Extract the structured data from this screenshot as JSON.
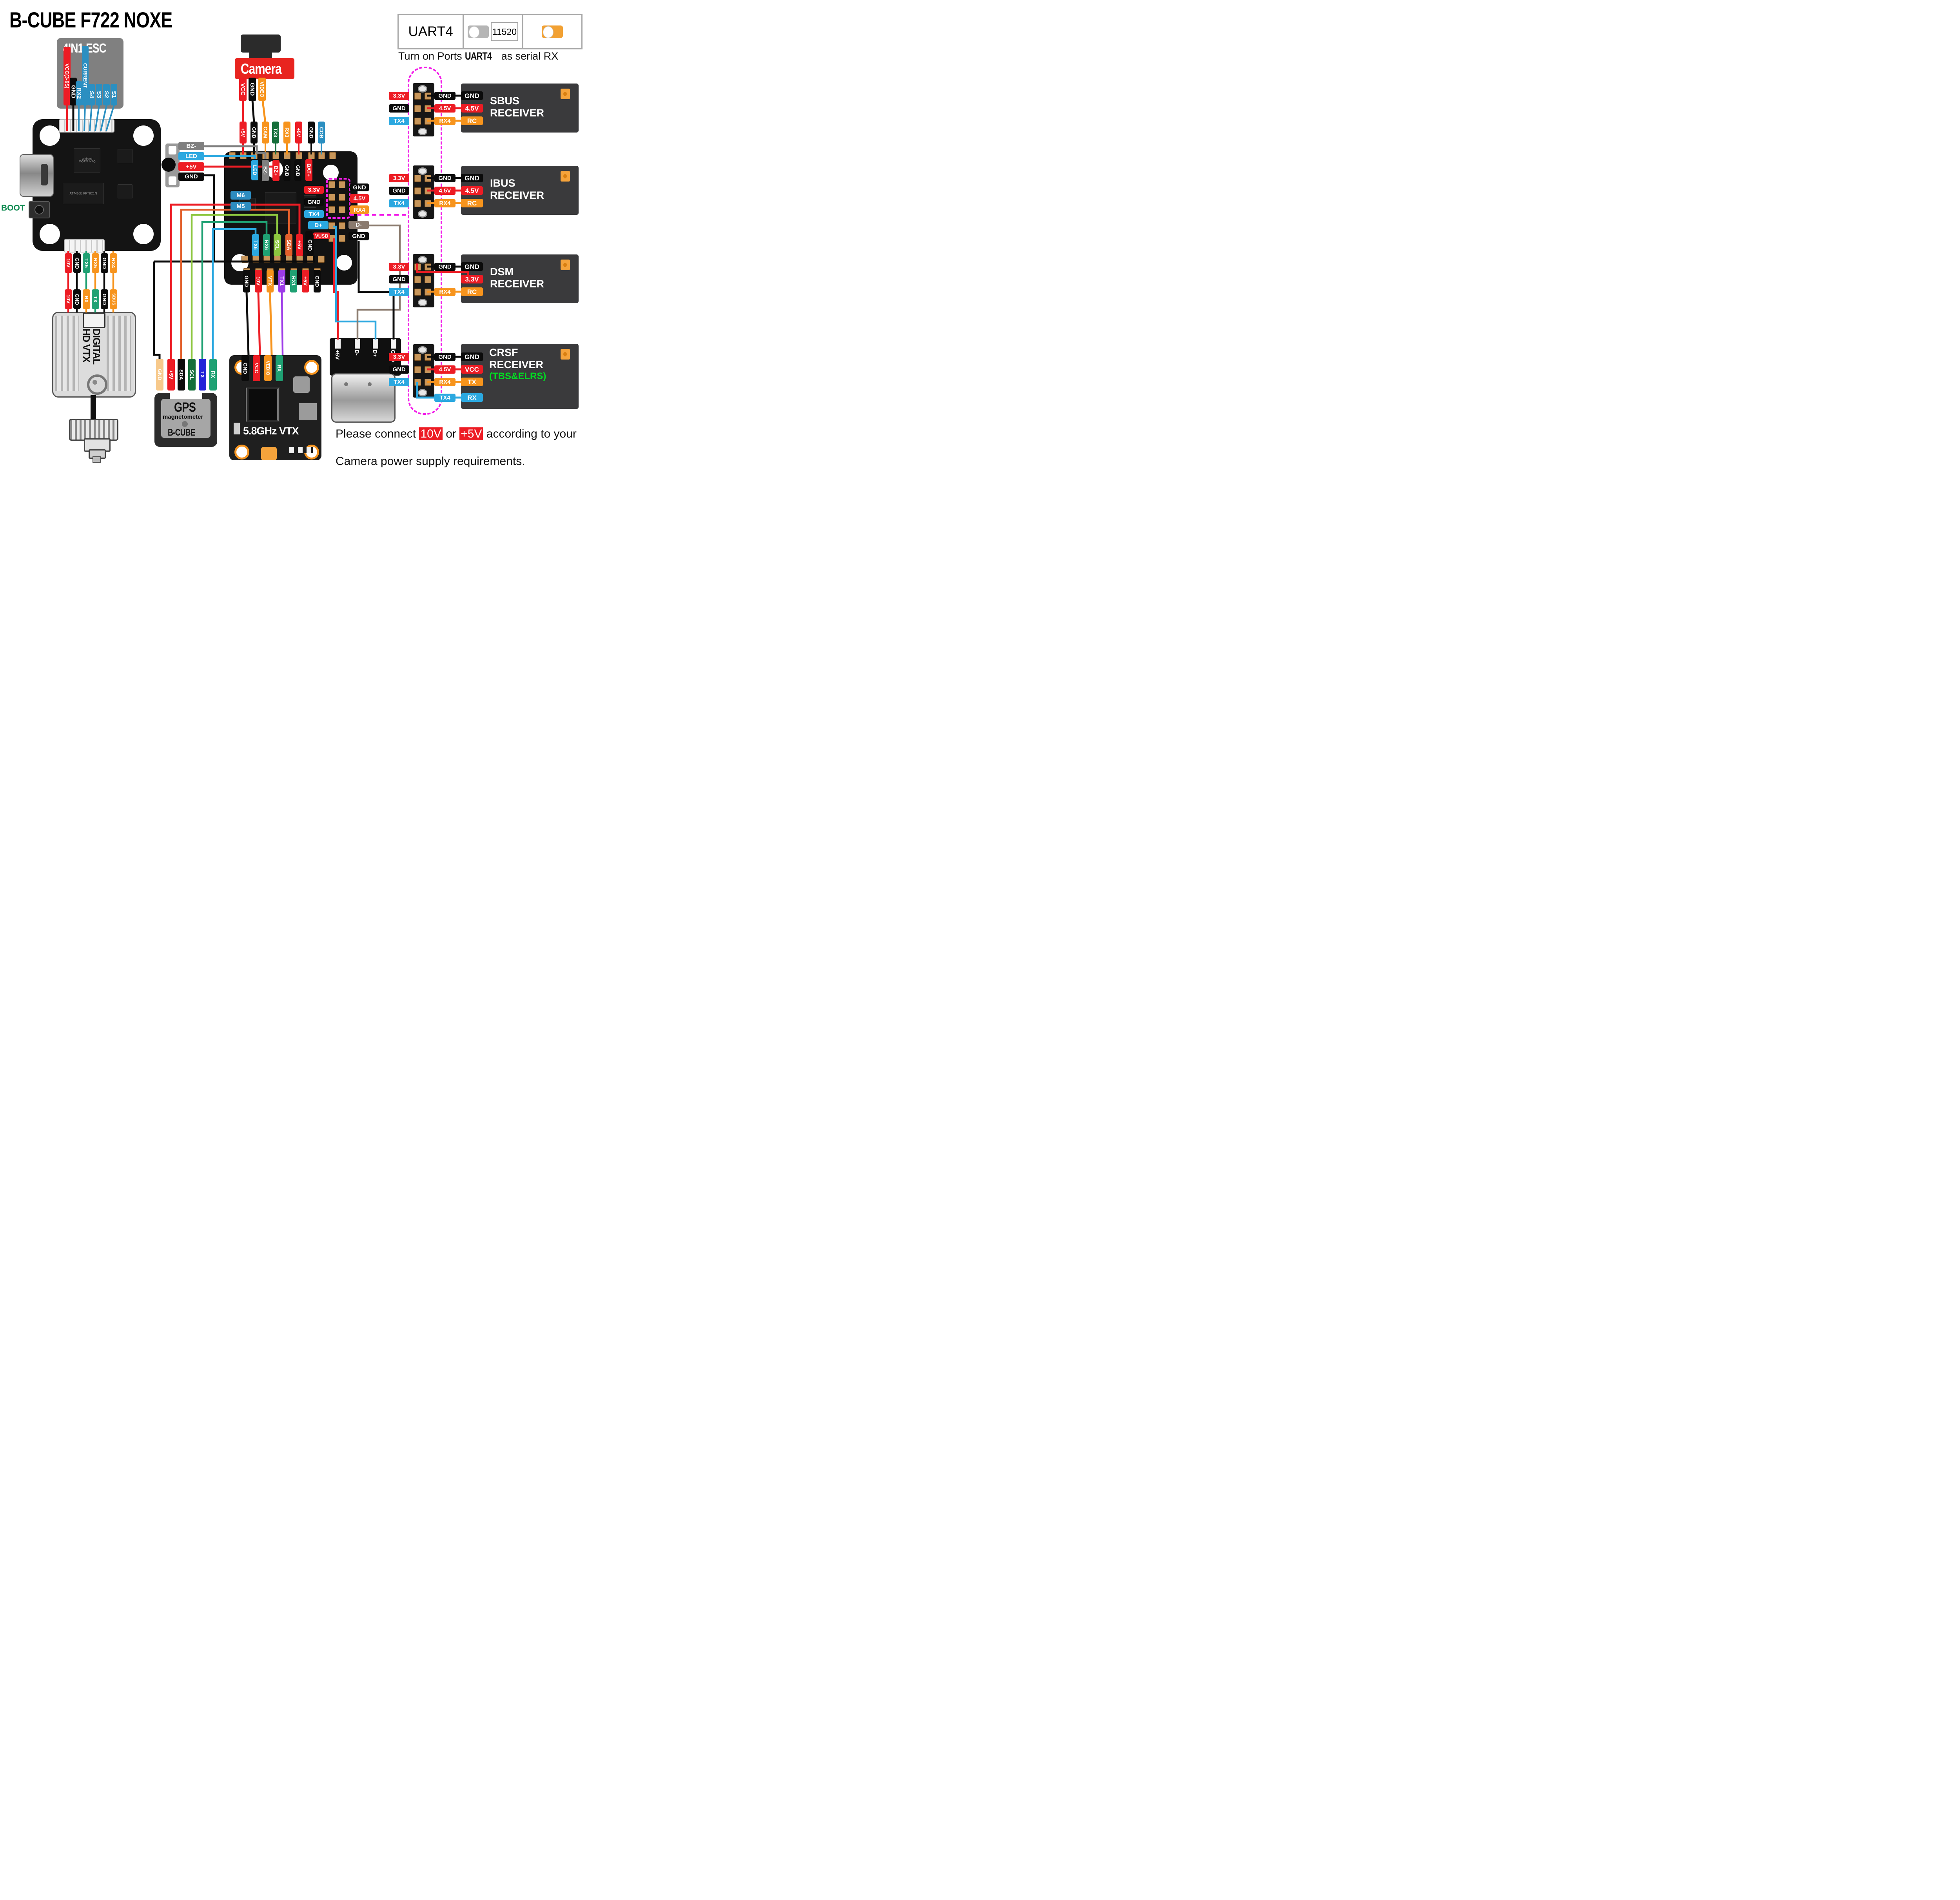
{
  "title": "B-CUBE F722 NOXE",
  "colors": {
    "red": "#ed1c24",
    "black": "#0b0b0b",
    "blue": "#2ba8e0",
    "steel_blue": "#2b8fc1",
    "royal_blue": "#2323d8",
    "orange": "#f7941d",
    "tan": "#f7c98b",
    "green": "#1fa173",
    "dark_green": "#156f3a",
    "light_green": "#8dc63f",
    "sda_orange": "#e2602c",
    "purple": "#9d3be8",
    "gray": "#7f7f7f",
    "brown": "#8a7a6e",
    "magenta": "#f21ce8",
    "receiver_box": "#3a3a3c",
    "antenna_pad": "#f5a33b",
    "boot_green": "#0e8a50",
    "elrs_green": "#00dd22",
    "esc_gray": "#808080",
    "toggle_orange": "#f2a133"
  },
  "uart_panel": {
    "port": "UART4",
    "baud": "11520",
    "note_prefix": "Turn on Ports ",
    "note_port": "UART4",
    "note_suffix": " as serial RX"
  },
  "esc": {
    "title": "4IN1 ESC",
    "pins": [
      "VCC(3-6S)",
      "GND",
      "RX2",
      "CURRENT",
      "S4",
      "S3",
      "S2",
      "S1"
    ]
  },
  "camera": {
    "title": "Camera",
    "pins": [
      "VCC",
      "GND",
      "VIDEO"
    ]
  },
  "fc": {
    "boot": "BOOT",
    "chip1": "winbond 25Q128JVPQ",
    "chip2": "AT7456E FFT8C1N",
    "camera_row": [
      "+5V",
      "GND",
      "CAM",
      "TX3",
      "RX3",
      "+5V",
      "GND",
      "COB"
    ],
    "board_row": [
      "LED",
      "BZ-",
      "BZ+",
      "GND",
      "GND",
      "BAT+"
    ],
    "left": [
      "BZ-",
      "LED",
      "+5V",
      "GND"
    ],
    "motors": [
      "M6",
      "M5"
    ],
    "uart4_left": [
      "3.3V",
      "GND",
      "TX4"
    ],
    "uart4_right": [
      "GND",
      "4.5V",
      "RX4"
    ],
    "usb": [
      "D+",
      "VUSB",
      "GND",
      "D-",
      "GND"
    ],
    "bottom_upper": [
      "TX6",
      "RX6",
      "SCL",
      "SDA",
      "+5V",
      "GND"
    ],
    "bottom_lower": [
      "GND",
      "10V",
      "VTX",
      "TX1",
      "RX1",
      "+5V",
      "GND"
    ]
  },
  "hd_vtx": {
    "title_line1": "DIGITAL",
    "title_line2": "HD VTX",
    "row1": [
      "10V",
      "GND",
      "TX5",
      "RX5",
      "GND",
      "RX4"
    ],
    "row2": [
      "10V",
      "GND",
      "RX",
      "TX",
      "GND",
      "SBUS"
    ]
  },
  "gps": {
    "pins": [
      "GND",
      "+5V",
      "SDA",
      "SCL",
      "TX",
      "RX"
    ],
    "title": "GPS",
    "subtitle": "magnetometer",
    "brand": "B-CUBE"
  },
  "vtx58": {
    "title": "5.8GHz VTX",
    "pins": [
      "GND",
      "VCC",
      "VEDIO",
      "RX"
    ]
  },
  "usb_breakout": {
    "pads": [
      "+5V",
      "D-",
      "D+",
      "GND"
    ]
  },
  "receivers": [
    {
      "name1": "SBUS",
      "name2": "RECEIVER",
      "left": [
        "3.3V",
        "GND",
        "TX4"
      ],
      "mid": [
        "GND",
        "4.5V",
        "RX4"
      ],
      "box": [
        "GND",
        "4.5V",
        "RC"
      ]
    },
    {
      "name1": "IBUS",
      "name2": "RECEIVER",
      "left": [
        "3.3V",
        "GND",
        "TX4"
      ],
      "mid": [
        "GND",
        "4.5V",
        "RX4"
      ],
      "box": [
        "GND",
        "4.5V",
        "RC"
      ]
    },
    {
      "name1": "DSM",
      "name2": "RECEIVER",
      "left": [
        "3.3V",
        "GND",
        "TX4"
      ],
      "mid": [
        "GND",
        "RX4"
      ],
      "box": [
        "GND",
        "3.3V",
        "RC"
      ]
    },
    {
      "name1": "CRSF",
      "name2": "RECEIVER",
      "extra": "(TBS&ELRS)",
      "left": [
        "3.3V",
        "GND",
        "TX4"
      ],
      "mid": [
        "GND",
        "4.5V",
        "RX4",
        "TX4"
      ],
      "box": [
        "GND",
        "VCC",
        "TX",
        "RX"
      ]
    }
  ],
  "note": {
    "p1": "Please connect ",
    "hl1": "10V",
    "p2": " or ",
    "hl2": "+5V",
    "p3": " according to your",
    "line2": "Camera power supply requirements."
  }
}
